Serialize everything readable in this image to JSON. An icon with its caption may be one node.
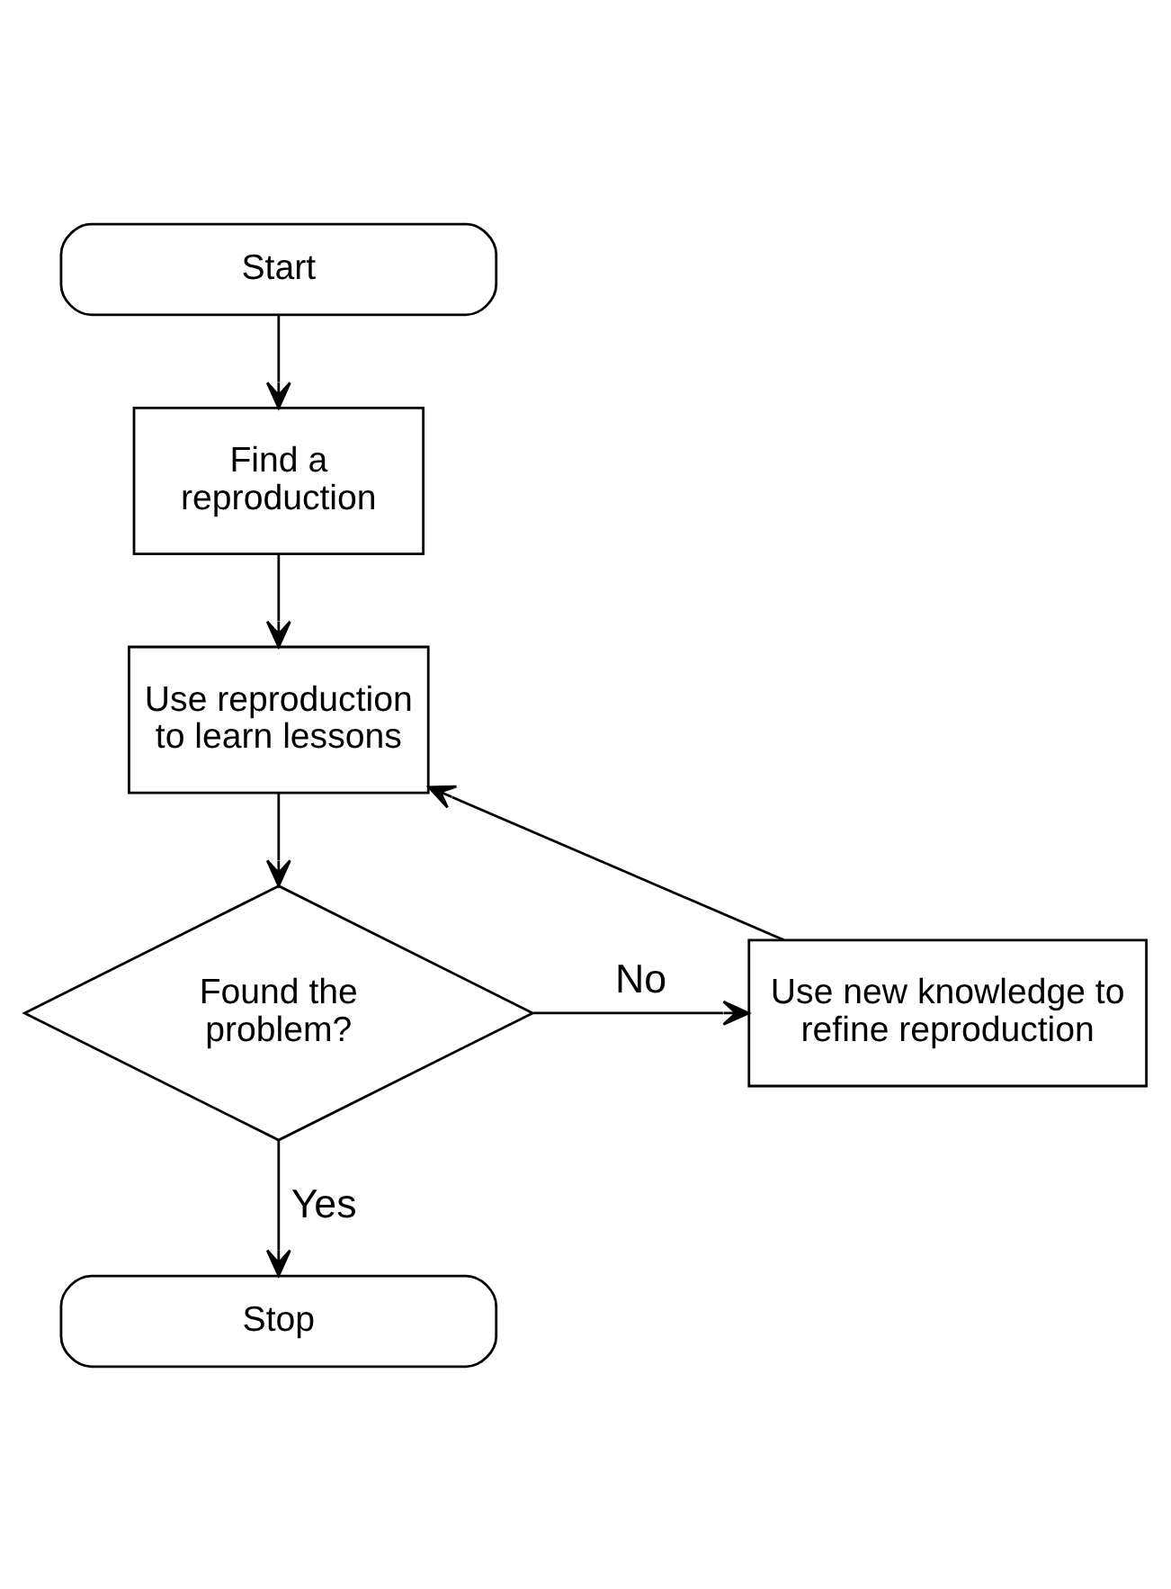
{
  "diagram": {
    "nodes": [
      {
        "text": [
          "Start"
        ]
      },
      {
        "text": [
          "Find a reproduction"
        ]
      },
      {
        "text": [
          "Use reproduction to learn lessons"
        ]
      },
      {
        "text": [
          "Use new knowledge to refine reproduction"
        ]
      },
      {
        "text": [
          "Found the problem?"
        ]
      },
      {
        "text": [
          "Stop"
        ]
      }
    ],
    "edges": [
      {
        "from": 0,
        "to": 1,
        "arrow": "to"
      },
      {
        "from": 1,
        "to": 2,
        "arrow": "to"
      },
      {
        "from": 2,
        "to": 4,
        "arrow": "to"
      },
      {
        "from": 4,
        "to": 3,
        "arrow": "to",
        "label": "No"
      },
      {
        "from": 3,
        "to": 2,
        "arrow": "to"
      },
      {
        "from": 4,
        "to": 5,
        "arrow": "to",
        "label": "Yes"
      }
    ]
  }
}
